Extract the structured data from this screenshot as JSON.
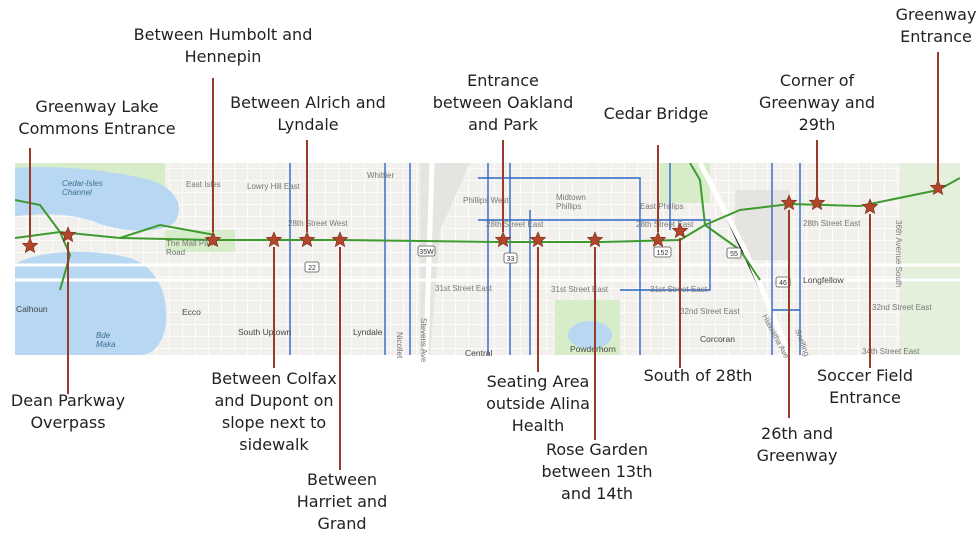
{
  "map": {
    "labels": {
      "cedar_isles_channel": "Cedar-Isles\nChannel",
      "east_isles": "East Isles",
      "lowry_hill_east": "Lowry Hill East",
      "whittier": "Whittier",
      "phillips_west": "Phillips West",
      "midtown_phillips": "Midtown\nPhillips",
      "east_phillips": "East Phillips",
      "street_28th_west": "28th Street West",
      "street_28th_east_1": "28th Street East",
      "street_28th_east_2": "28th Street East",
      "street_28th_east_3": "28th Street East",
      "street_31st_east_1": "31st Street East",
      "street_31st_east_2": "31st Street East",
      "street_31st_east_3": "31st Street East",
      "street_32nd_east_1": "32nd Street East",
      "street_32nd_east_2": "32nd Street East",
      "street_34th_east": "34th Street East",
      "mall_park_road": "The Mall Park\nRoad",
      "calhoun": "Calhoun",
      "ecco": "Ecco",
      "bde_maka": "Bde\nMaka",
      "south_uptown": "South Uptown",
      "lyndale": "Lyndale",
      "nicollet": "Nicollet",
      "stevens": "Stevens Ave",
      "central": "Central",
      "powderhorn": "Powderhorn",
      "corcoran": "Corcoran",
      "longfellow": "Longfellow",
      "hiawatha": "Hiawatha Ave",
      "snelling": "Snelling",
      "avenue_36th_south": "36th Avenue South",
      "shield_35w": "35W",
      "shield_22": "22",
      "shield_33": "33",
      "shield_152": "152",
      "shield_55": "55",
      "shield_46": "46"
    },
    "colors": {
      "water": "#b7d7f2",
      "land": "#f1f0ec",
      "park": "#d7ecc9",
      "greenway": "#3f9a2f",
      "bus_route": "#2d66c7",
      "marker": "#b0472c",
      "leader": "#9a3a2a"
    }
  },
  "markers": [
    {
      "id": "greenway-lake-commons-entrance",
      "text": "Greenway Lake\nCommons Entrance"
    },
    {
      "id": "dean-parkway-overpass",
      "text": "Dean Parkway\nOverpass"
    },
    {
      "id": "between-humbolt-and-hennepin",
      "text": "Between Humbolt and\nHennepin"
    },
    {
      "id": "between-colfax-and-dupont",
      "text": "Between Colfax\nand Dupont on\nslope next to\nsidewalk"
    },
    {
      "id": "between-alrich-and-lyndale",
      "text": "Between Alrich and\nLyndale"
    },
    {
      "id": "between-harriet-and-grand",
      "text": "Between\nHarriet and\nGrand"
    },
    {
      "id": "entrance-between-oakland-and-park",
      "text": "Entrance\nbetween Oakland\nand Park"
    },
    {
      "id": "seating-area-outside-alina-health",
      "text": "Seating Area\noutside Alina\nHealth"
    },
    {
      "id": "rose-garden-between-13th-and-14th",
      "text": "Rose Garden\nbetween 13th\nand 14th"
    },
    {
      "id": "cedar-bridge",
      "text": "Cedar Bridge"
    },
    {
      "id": "south-of-28th",
      "text": "South of 28th"
    },
    {
      "id": "26th-and-greenway",
      "text": "26th and\nGreenway"
    },
    {
      "id": "corner-of-greenway-and-29th",
      "text": "Corner of\nGreenway and\n29th"
    },
    {
      "id": "soccer-field-entrance",
      "text": "Soccer Field\nEntrance"
    },
    {
      "id": "greenway-entrance",
      "text": "Greenway\nEntrance"
    }
  ]
}
